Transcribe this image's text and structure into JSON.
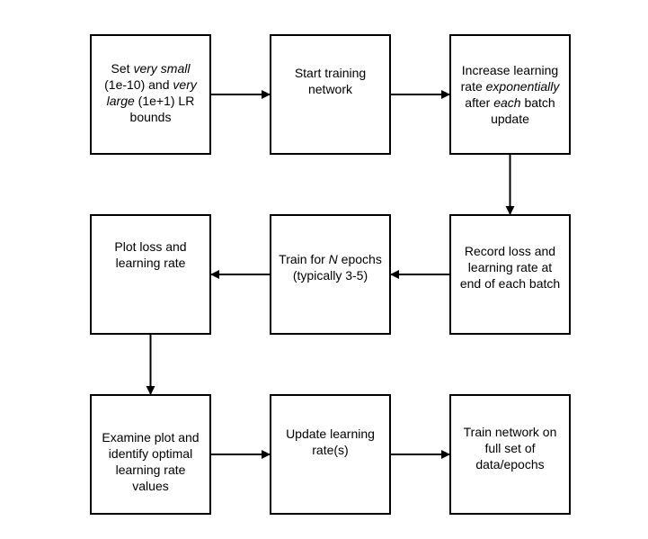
{
  "colors": {
    "stroke": "#000000",
    "fill": "#ffffff",
    "text": "#000000"
  },
  "nodes": [
    {
      "id": "n1",
      "parts": [
        {
          "text": "Set "
        },
        {
          "text": "very small",
          "italic": true
        },
        {
          "text": " (1e-10) and "
        },
        {
          "text": "very large",
          "italic": true
        },
        {
          "text": " (1e+1) LR bounds"
        }
      ]
    },
    {
      "id": "n2",
      "parts": [
        {
          "text": "Start training network"
        }
      ]
    },
    {
      "id": "n3",
      "parts": [
        {
          "text": "Increase learning rate "
        },
        {
          "text": "exponentially",
          "italic": true
        },
        {
          "text": " after "
        },
        {
          "text": "each",
          "italic": true
        },
        {
          "text": " batch update"
        }
      ]
    },
    {
      "id": "n4",
      "parts": [
        {
          "text": "Record loss and learning rate at end of each batch"
        }
      ]
    },
    {
      "id": "n5",
      "parts": [
        {
          "text": "Train for "
        },
        {
          "text": "N",
          "italic": true
        },
        {
          "text": " epochs (typically 3-5)"
        }
      ]
    },
    {
      "id": "n6",
      "parts": [
        {
          "text": "Plot loss and learning rate"
        }
      ]
    },
    {
      "id": "n7",
      "parts": [
        {
          "text": "Examine plot and identify optimal learning rate values"
        }
      ]
    },
    {
      "id": "n8",
      "parts": [
        {
          "text": "Update learning rate(s)"
        }
      ]
    },
    {
      "id": "n9",
      "parts": [
        {
          "text": "Train network on full set of data/epochs"
        }
      ]
    }
  ],
  "edges": [
    {
      "from": "n1",
      "to": "n2"
    },
    {
      "from": "n2",
      "to": "n3"
    },
    {
      "from": "n3",
      "to": "n4"
    },
    {
      "from": "n4",
      "to": "n5"
    },
    {
      "from": "n5",
      "to": "n6"
    },
    {
      "from": "n6",
      "to": "n7"
    },
    {
      "from": "n7",
      "to": "n8"
    },
    {
      "from": "n8",
      "to": "n9"
    }
  ]
}
